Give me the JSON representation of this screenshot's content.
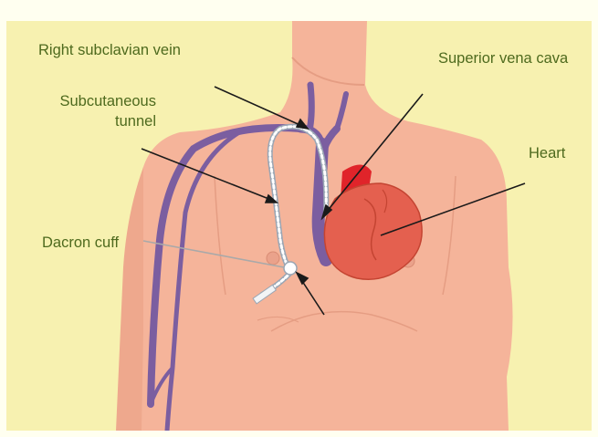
{
  "colors": {
    "background": "#f7f1b0",
    "skin": "#f5b49a",
    "skin_shadow": "#e59d83",
    "vein": "#7b5ea0",
    "heart": "#e4604f",
    "heart_dark": "#c44432",
    "aorta": "#e0242a",
    "catheter": "#c9d2dc",
    "label": "#4e6a1e",
    "pointer": "#1a1a1a"
  },
  "labels": {
    "right_subclavian_vein": "Right subclavian vein",
    "superior_vena_cava": "Superior vena cava",
    "subcutaneous_tunnel_line1": "Subcutaneous",
    "subcutaneous_tunnel_line2": "tunnel",
    "heart": "Heart",
    "dacron_cuff": "Dacron cuff"
  },
  "icons": [
    "catheter-icon",
    "heart-icon",
    "vein-icon",
    "arrow-icon"
  ]
}
